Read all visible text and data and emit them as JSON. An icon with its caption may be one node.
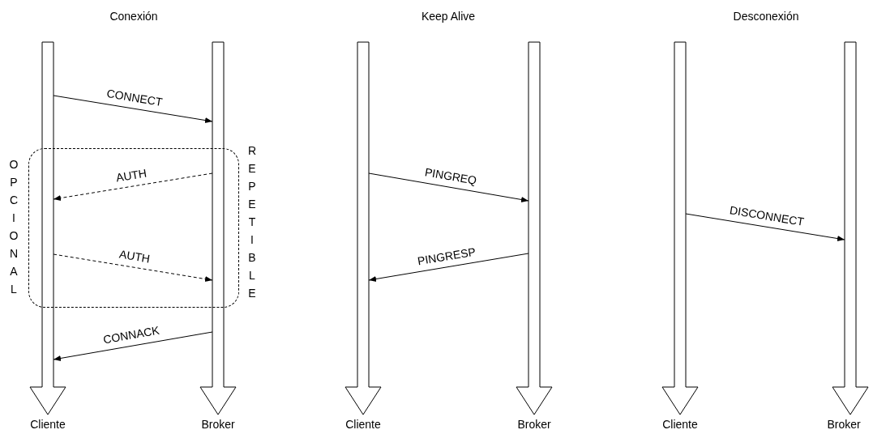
{
  "diagram": {
    "nodes": [
      {
        "text": [
          "Cliente"
        ]
      },
      {
        "text": [
          "Broker"
        ]
      },
      {
        "text": [
          "Cliente"
        ]
      },
      {
        "text": [
          "Broker"
        ]
      },
      {
        "text": [
          "Cliente"
        ]
      },
      {
        "text": [
          "Broker"
        ]
      }
    ],
    "edges": [
      {
        "from": 0,
        "to": 1,
        "arrow": "to",
        "label": "CONNECT"
      },
      {
        "from": 1,
        "to": 0,
        "arrow": "to",
        "label": "AUTH",
        "style": "dashed"
      },
      {
        "from": 0,
        "to": 1,
        "arrow": "to",
        "label": "AUTH",
        "style": "dashed"
      },
      {
        "from": 1,
        "to": 0,
        "arrow": "to",
        "label": "CONNACK"
      },
      {
        "from": 2,
        "to": 3,
        "arrow": "to",
        "label": "PINGREQ"
      },
      {
        "from": 3,
        "to": 2,
        "arrow": "to",
        "label": "PINGRESP"
      },
      {
        "from": 4,
        "to": 5,
        "arrow": "to",
        "label": "DISCONNECT"
      }
    ],
    "labels": [
      "Conexión",
      "Keep Alive",
      "Desconexión",
      "OPCIONAL",
      "REPETIBLE"
    ]
  }
}
